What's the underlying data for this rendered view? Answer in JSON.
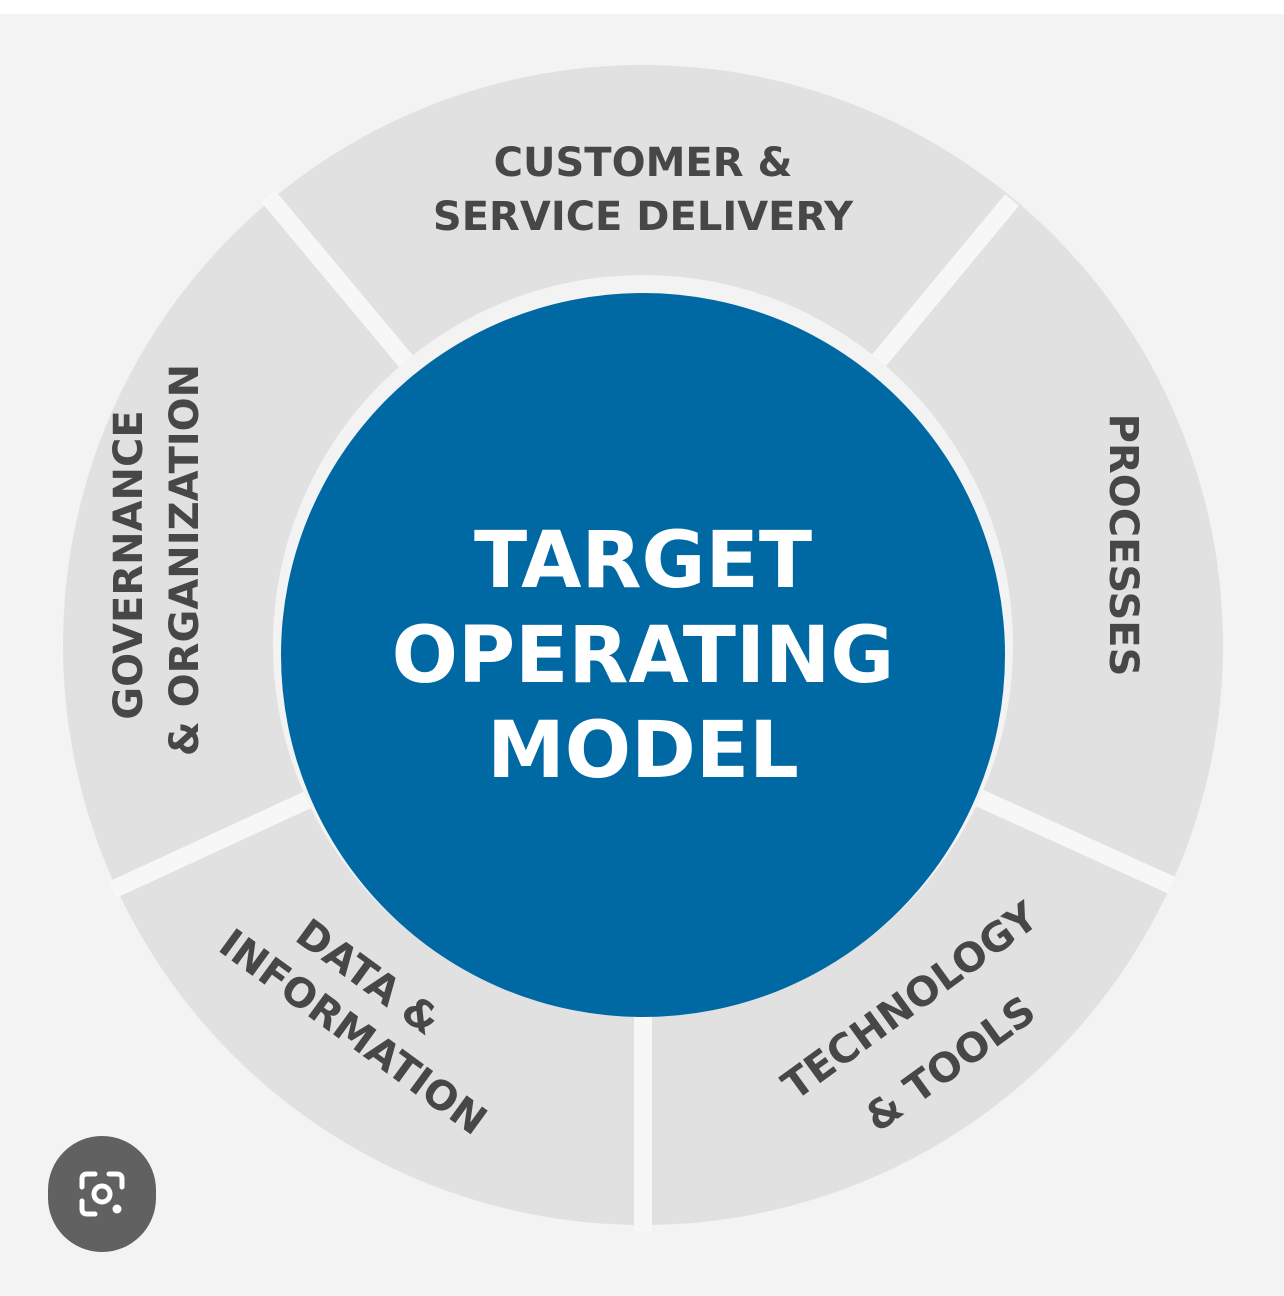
{
  "diagram": {
    "center": {
      "lines": [
        "TARGET",
        "OPERATING",
        "MODEL"
      ]
    },
    "segments": [
      {
        "id": "customer",
        "lines": [
          "CUSTOMER &",
          "SERVICE DELIVERY"
        ]
      },
      {
        "id": "processes",
        "lines": [
          "PROCESSES"
        ]
      },
      {
        "id": "technology",
        "lines": [
          "TECHNOLOGY",
          "& TOOLS"
        ]
      },
      {
        "id": "data",
        "lines": [
          "DATA &",
          "INFORMATION"
        ]
      },
      {
        "id": "governance",
        "lines": [
          "GOVERNANCE",
          "& ORGANIZATION"
        ]
      }
    ],
    "colors": {
      "background": "#f3f3f4",
      "ring": "#e1e1e2",
      "separator": "#f7f7f8",
      "center": "#0068a2",
      "segment_text": "#474747",
      "center_text": "#ffffff"
    }
  },
  "overlay": {
    "lens_button_icon": "google-lens-icon"
  }
}
